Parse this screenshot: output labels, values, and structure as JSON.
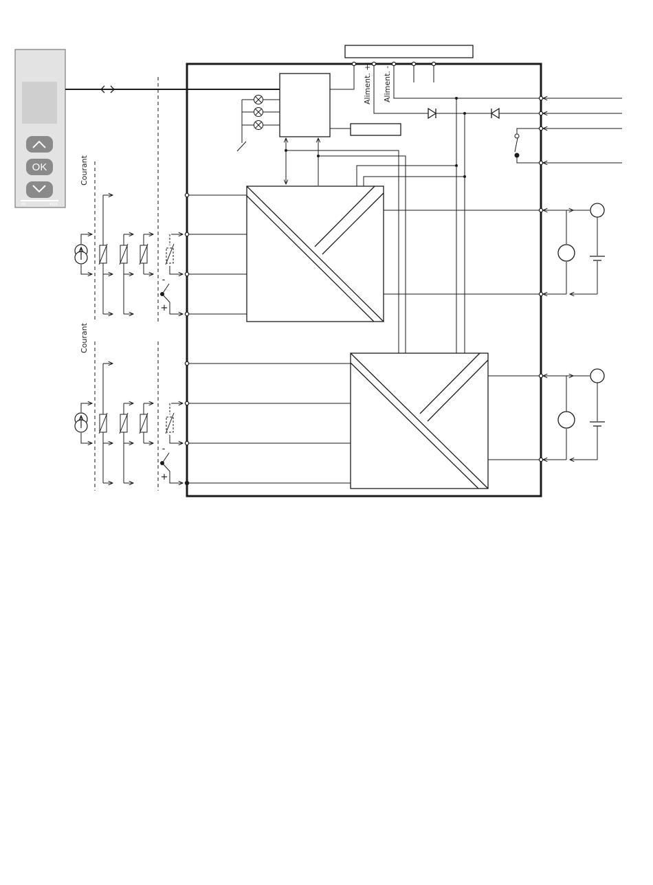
{
  "display_module": {
    "up_label": "^",
    "ok_label": "OK",
    "down_label": "v",
    "brand": "PR",
    "model": "4501"
  },
  "labels": {
    "supply_plus": "Aliment. +",
    "supply_minus": "Aliment. -",
    "courant_top": "Courant",
    "courant_bottom": "Courant",
    "minus": "-",
    "plus": "+"
  },
  "colors": {
    "line": "#1a1a1a",
    "frame": "#1a1a1a",
    "module_bg": "#e3e3e3",
    "display_bg": "#cfcfcf",
    "button_bg": "#8a8a8a"
  }
}
